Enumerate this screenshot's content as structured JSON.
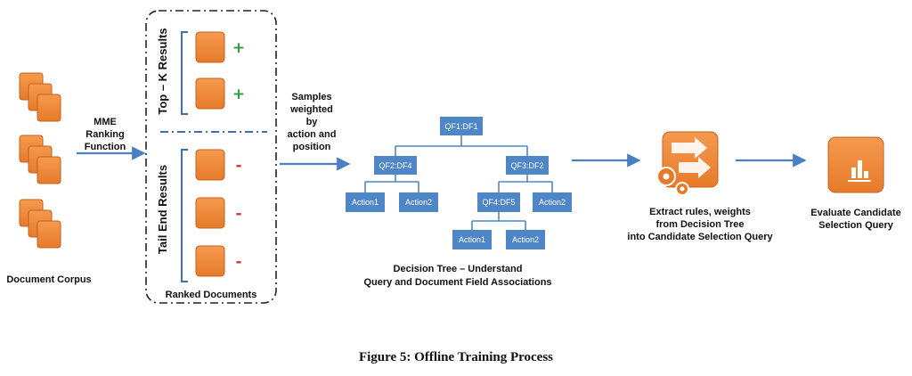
{
  "corpus": {
    "label": "Document Corpus"
  },
  "ranking": {
    "label_lines": [
      "MME",
      "Ranking",
      "Function"
    ]
  },
  "ranked": {
    "top_label": "Top – K Results",
    "tail_label": "Tail End Results",
    "footer_label": "Ranked Documents",
    "top_signs": [
      "+",
      "+"
    ],
    "tail_signs": [
      "-",
      "-",
      "-"
    ]
  },
  "samples": {
    "label_lines": [
      "Samples",
      "weighted",
      "by",
      "action and",
      "position"
    ]
  },
  "tree": {
    "nodes": {
      "root": "QF1:DF1",
      "left": "QF2:DF4",
      "right": "QF3:DF2",
      "left_a1": "Action1",
      "left_a2": "Action2",
      "right_inner": "QF4:DF5",
      "right_a2": "Action2",
      "leaf_a1": "Action1",
      "leaf_a2": "Action2"
    },
    "caption_lines": [
      "Decision Tree – Understand",
      "Query and Document Field Associations"
    ]
  },
  "extract": {
    "icon": "gear-arrows-icon",
    "label_lines": [
      "Extract rules, weights",
      "from Decision Tree",
      "into Candidate Selection Query"
    ]
  },
  "evaluate": {
    "icon": "bar-chart-icon",
    "label_lines": [
      "Evaluate Candidate",
      "Selection Query"
    ]
  },
  "figure_caption": "Figure 5: Offline Training Process",
  "colors": {
    "orange": "#f08a3a",
    "orange_dark": "#c4621c",
    "node_blue": "#4f86c6",
    "arrow_blue": "#4a7fc1",
    "plus_green": "#2e9e3e",
    "minus_red": "#d9342b"
  }
}
